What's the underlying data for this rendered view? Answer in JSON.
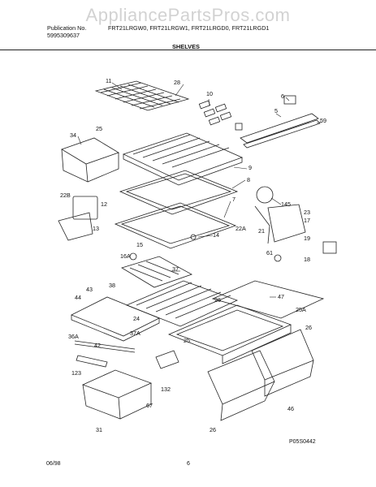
{
  "watermark": "AppliancePartsPros.com",
  "header": {
    "publication_label": "Publication No.",
    "publication_number": "5995309637",
    "models": "FRT21LRGW0, FRT21LRGW1, FRT21LRGD0, FRT21LRGD1",
    "section_title": "SHELVES"
  },
  "callouts": [
    "11",
    "28",
    "10",
    "6",
    "5",
    "59",
    "34",
    "25",
    "9",
    "8",
    "22B",
    "12",
    "13",
    "7",
    "145",
    "23",
    "17",
    "22A",
    "21",
    "14",
    "19",
    "15",
    "16A",
    "61",
    "18",
    "37",
    "38",
    "43",
    "47",
    "44",
    "24",
    "26",
    "25A",
    "36A",
    "37A",
    "42",
    "123",
    "26",
    "25",
    "132",
    "31",
    "67",
    "26",
    "46"
  ],
  "footer": {
    "date": "06/98",
    "page": "6",
    "figure_code": "P05S0442"
  }
}
